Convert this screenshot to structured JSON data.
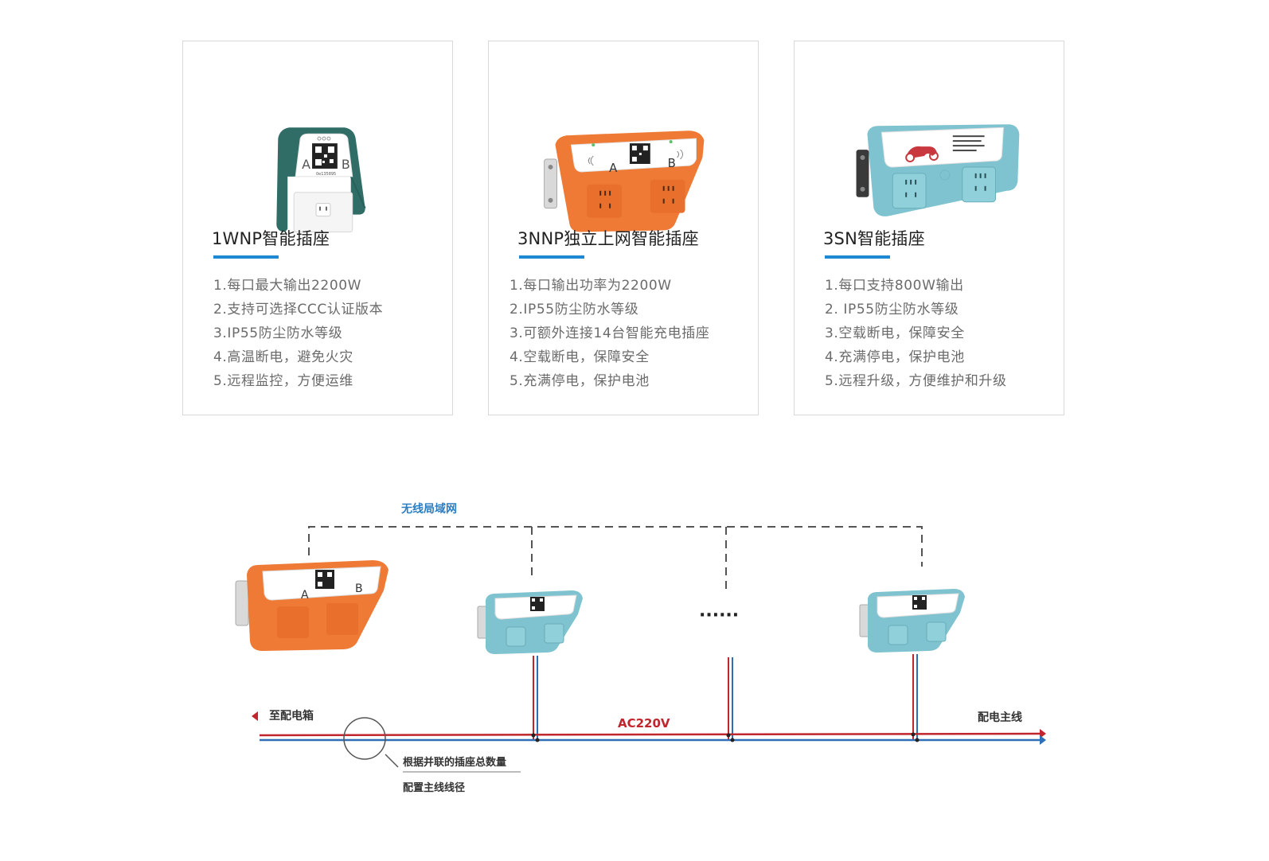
{
  "products": [
    {
      "title": "1WNP智能插座",
      "features": [
        "1.每口最大输出2200W",
        "2.支持可选择CCC认证版本",
        "3.IP55防尘防水等级",
        "4.高温断电，避免火灾",
        "5.远程监控，方便运维"
      ],
      "image": {
        "label_left": "A",
        "label_right": "B",
        "body_color": "#2f6d66",
        "panel_color": "#ffffff",
        "code": "0e135895"
      }
    },
    {
      "title": "3NNP独立上网智能插座",
      "features": [
        "1.每口输出功率为2200W",
        "2.IP55防尘防水等级",
        "3.可额外连接14台智能充电插座",
        "4.空载断电，保障安全",
        "5.充满停电，保护电池"
      ],
      "image": {
        "label_left": "A",
        "label_right": "B",
        "body_color": "#ee7a35",
        "panel_color": "#ffffff"
      }
    },
    {
      "title": "3SN智能插座",
      "features": [
        "1.每口支持800W输出",
        "2. IP55防尘防水等级",
        "3.空载断电，保障安全",
        "4.充满停电，保护电池",
        "5.远程升级，方便维护和升级"
      ],
      "image": {
        "body_color": "#7ec3cf",
        "panel_color": "#ffffff"
      }
    }
  ],
  "diagram": {
    "wireless_label": "无线局域网",
    "to_box_label": "至配电箱",
    "main_line_label": "配电主线",
    "voltage_label": "AC220V",
    "note_line1": "根据并联的插座总数量",
    "note_line2": "配置主线线径",
    "ellipsis": "······",
    "device_labels": {
      "left": "A",
      "right": "B"
    },
    "colors": {
      "dashed_line": "#555555",
      "wireless_label": "#2e7dc0",
      "live_wire": "#c0262c",
      "neutral_wire": "#2e6fb5",
      "voltage_label": "#c0262c",
      "text": "#333333",
      "orange_device": "#ee7a35",
      "teal_device": "#7ec3cf"
    }
  }
}
